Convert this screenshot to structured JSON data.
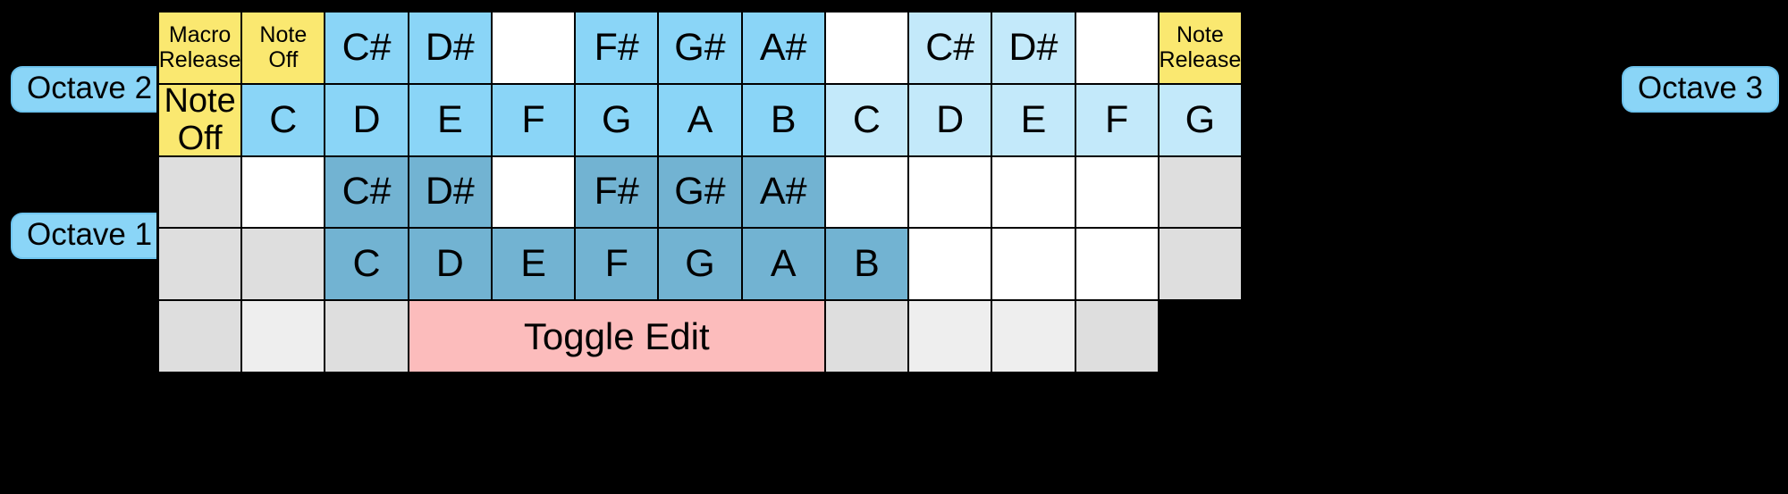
{
  "labels": {
    "octave_left_upper": "Octave 2",
    "octave_left_lower": "Octave 1",
    "octave_right": "Octave 3"
  },
  "colors": {
    "background": "#000000",
    "octave2_blue": "#8ad5f7",
    "octave3_blue_light": "#c3e9fa",
    "octave1_steel": "#72b3d2",
    "special_yellow": "#fae870",
    "toggle_pink": "#fcbcbc",
    "inactive_gray": "#dedede",
    "inactive_gray_light": "#eeeeee",
    "empty_white": "#ffffff",
    "border": "#000000"
  },
  "grid": {
    "columns": 13,
    "rows": 5,
    "cells": [
      [
        {
          "label": "Macro\nRelease",
          "fill": "f-yellow",
          "size": "t-small",
          "kind": "macro-release"
        },
        {
          "label": "Note\nOff",
          "fill": "f-yellow",
          "size": "t-small",
          "kind": "note-off"
        },
        {
          "label": "C#",
          "fill": "f-blue",
          "size": "t-big",
          "kind": "key-black"
        },
        {
          "label": "D#",
          "fill": "f-blue",
          "size": "t-big",
          "kind": "key-black"
        },
        {
          "label": "",
          "fill": "f-white",
          "size": "t-big",
          "kind": "empty"
        },
        {
          "label": "F#",
          "fill": "f-blue",
          "size": "t-big",
          "kind": "key-black"
        },
        {
          "label": "G#",
          "fill": "f-blue",
          "size": "t-big",
          "kind": "key-black"
        },
        {
          "label": "A#",
          "fill": "f-blue",
          "size": "t-big",
          "kind": "key-black"
        },
        {
          "label": "",
          "fill": "f-white",
          "size": "t-big",
          "kind": "empty"
        },
        {
          "label": "C#",
          "fill": "f-blue-lt",
          "size": "t-big",
          "kind": "key-black"
        },
        {
          "label": "D#",
          "fill": "f-blue-lt",
          "size": "t-big",
          "kind": "key-black"
        },
        {
          "label": "",
          "fill": "f-white",
          "size": "t-big",
          "kind": "empty"
        },
        {
          "label": "Note\nRelease",
          "fill": "f-yellow",
          "size": "t-small",
          "kind": "note-release"
        }
      ],
      [
        {
          "label": "Note\nOff",
          "fill": "f-yellow",
          "size": "t-mid",
          "kind": "note-off"
        },
        {
          "label": "C",
          "fill": "f-blue",
          "size": "t-big",
          "kind": "key-white"
        },
        {
          "label": "D",
          "fill": "f-blue",
          "size": "t-big",
          "kind": "key-white"
        },
        {
          "label": "E",
          "fill": "f-blue",
          "size": "t-big",
          "kind": "key-white"
        },
        {
          "label": "F",
          "fill": "f-blue",
          "size": "t-big",
          "kind": "key-white"
        },
        {
          "label": "G",
          "fill": "f-blue",
          "size": "t-big",
          "kind": "key-white"
        },
        {
          "label": "A",
          "fill": "f-blue",
          "size": "t-big",
          "kind": "key-white"
        },
        {
          "label": "B",
          "fill": "f-blue",
          "size": "t-big",
          "kind": "key-white"
        },
        {
          "label": "C",
          "fill": "f-blue-lt",
          "size": "t-big",
          "kind": "key-white"
        },
        {
          "label": "D",
          "fill": "f-blue-lt",
          "size": "t-big",
          "kind": "key-white"
        },
        {
          "label": "E",
          "fill": "f-blue-lt",
          "size": "t-big",
          "kind": "key-white"
        },
        {
          "label": "F",
          "fill": "f-blue-lt",
          "size": "t-big",
          "kind": "key-white"
        },
        {
          "label": "G",
          "fill": "f-blue-lt",
          "size": "t-big",
          "kind": "key-white"
        }
      ],
      [
        {
          "label": "",
          "fill": "f-gray",
          "size": "t-big",
          "kind": "disabled"
        },
        {
          "label": "",
          "fill": "f-white",
          "size": "t-big",
          "kind": "empty"
        },
        {
          "label": "C#",
          "fill": "f-steel",
          "size": "t-big",
          "kind": "key-black"
        },
        {
          "label": "D#",
          "fill": "f-steel",
          "size": "t-big",
          "kind": "key-black"
        },
        {
          "label": "",
          "fill": "f-white",
          "size": "t-big",
          "kind": "empty"
        },
        {
          "label": "F#",
          "fill": "f-steel",
          "size": "t-big",
          "kind": "key-black"
        },
        {
          "label": "G#",
          "fill": "f-steel",
          "size": "t-big",
          "kind": "key-black"
        },
        {
          "label": "A#",
          "fill": "f-steel",
          "size": "t-big",
          "kind": "key-black"
        },
        {
          "label": "",
          "fill": "f-white",
          "size": "t-big",
          "kind": "empty"
        },
        {
          "label": "",
          "fill": "f-white",
          "size": "t-big",
          "kind": "empty"
        },
        {
          "label": "",
          "fill": "f-white",
          "size": "t-big",
          "kind": "empty"
        },
        {
          "label": "",
          "fill": "f-white",
          "size": "t-big",
          "kind": "empty"
        },
        {
          "label": "",
          "fill": "f-gray",
          "size": "t-big",
          "kind": "disabled"
        }
      ],
      [
        {
          "label": "",
          "fill": "f-gray",
          "size": "t-big",
          "kind": "disabled"
        },
        {
          "label": "",
          "fill": "f-gray",
          "size": "t-big",
          "kind": "disabled"
        },
        {
          "label": "C",
          "fill": "f-steel",
          "size": "t-big",
          "kind": "key-white"
        },
        {
          "label": "D",
          "fill": "f-steel",
          "size": "t-big",
          "kind": "key-white"
        },
        {
          "label": "E",
          "fill": "f-steel",
          "size": "t-big",
          "kind": "key-white"
        },
        {
          "label": "F",
          "fill": "f-steel",
          "size": "t-big",
          "kind": "key-white"
        },
        {
          "label": "G",
          "fill": "f-steel",
          "size": "t-big",
          "kind": "key-white"
        },
        {
          "label": "A",
          "fill": "f-steel",
          "size": "t-big",
          "kind": "key-white"
        },
        {
          "label": "B",
          "fill": "f-steel",
          "size": "t-big",
          "kind": "key-white"
        },
        {
          "label": "",
          "fill": "f-white",
          "size": "t-big",
          "kind": "empty"
        },
        {
          "label": "",
          "fill": "f-white",
          "size": "t-big",
          "kind": "empty"
        },
        {
          "label": "",
          "fill": "f-white",
          "size": "t-big",
          "kind": "empty"
        },
        {
          "label": "",
          "fill": "f-gray",
          "size": "t-big",
          "kind": "disabled"
        }
      ],
      [
        {
          "label": "",
          "fill": "f-gray",
          "size": "t-big",
          "kind": "disabled"
        },
        {
          "label": "",
          "fill": "f-gray-lt",
          "size": "t-big",
          "kind": "disabled"
        },
        {
          "label": "",
          "fill": "f-gray",
          "size": "t-big",
          "kind": "disabled"
        },
        {
          "label": "Toggle Edit",
          "fill": "f-pink",
          "size": "t-toggle",
          "kind": "toggle-edit",
          "span": 5
        },
        {
          "label": "",
          "fill": "f-gray",
          "size": "t-big",
          "kind": "disabled"
        },
        {
          "label": "",
          "fill": "f-gray-lt",
          "size": "t-big",
          "kind": "disabled"
        },
        {
          "label": "",
          "fill": "f-gray-lt",
          "size": "t-big",
          "kind": "disabled"
        },
        {
          "label": "",
          "fill": "f-gray",
          "size": "t-big",
          "kind": "disabled"
        }
      ]
    ]
  }
}
